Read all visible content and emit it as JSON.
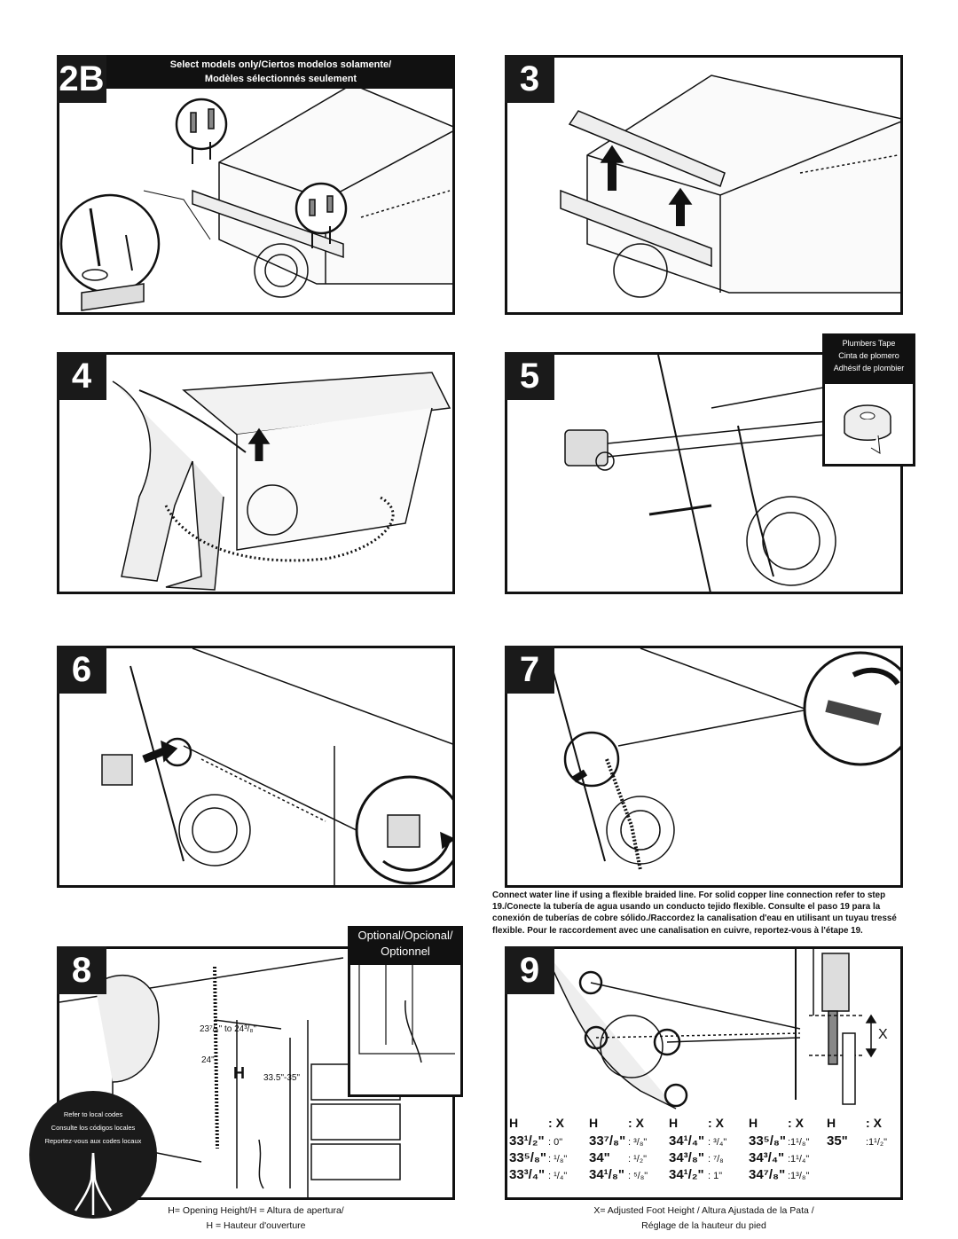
{
  "steps": {
    "s2b": {
      "number": "2B",
      "banner_line1": "Select models only/Ciertos modelos solamente/",
      "banner_line2": "Modèles sélectionnés seulement"
    },
    "s3": {
      "number": "3"
    },
    "s4": {
      "number": "4"
    },
    "s5": {
      "number": "5",
      "tape_line1": "Plumbers Tape",
      "tape_line2": "Cinta de plomero",
      "tape_line3": "Adhésif de plombier"
    },
    "s6": {
      "number": "6"
    },
    "s7": {
      "number": "7",
      "note": "Connect water line if using a flexible braided line. For solid copper line connection refer to step 19./Conecte la tubería de agua usando un conducto tejido flexible. Consulte el paso 19 para la conexión de tuberías de cobre sólido./Raccordez la canalisation d'eau en utilisant un tuyau tressé flexible. Pour le raccordement avec une canalisation en cuivre, reportez-vous à l'étape 19."
    },
    "s8": {
      "number": "8",
      "optional_line1": "Optional/Opcional/",
      "optional_line2": "Optionnel",
      "dim_width": "23⁷/₈\" to 24³/₈\"",
      "dim_24": "24\"",
      "dim_height": "33.5\"-35\"",
      "h_letter": "H",
      "codes_line1": "Refer to local codes",
      "codes_line2": "Consulte los códigos locales",
      "codes_line3": "Reportez-vous aux codes locaux",
      "caption_line1": "H= Opening Height/H = Altura de apertura/",
      "caption_line2": "H = Hauteur d'ouverture"
    },
    "s9": {
      "number": "9",
      "x_letter": "X",
      "caption_line1": "X= Adjusted Foot Height / Altura Ajustada de la Pata /",
      "caption_line2": "Réglage de la hauteur du pied",
      "table_header_h": "H",
      "table_header_sep": ":",
      "table_header_x": "X",
      "table_columns": [
        [
          {
            "h": "33¹/₂\"",
            "x": ": 0\""
          },
          {
            "h": "33⁵/₈\"",
            "x": ": ¹/₈\""
          },
          {
            "h": "33³/₄\"",
            "x": ": ¹/₄\""
          }
        ],
        [
          {
            "h": "33⁷/₈\"",
            "x": ": ³/₈\""
          },
          {
            "h": "34\"",
            "x": ": ¹/₂\""
          },
          {
            "h": "34¹/₈\"",
            "x": ": ⁵/₈\""
          }
        ],
        [
          {
            "h": "34¹/₄\"",
            "x": ": ³/₄\""
          },
          {
            "h": "34³/₈\"",
            "x": ": ⁷/₈"
          },
          {
            "h": "34¹/₂\"",
            "x": ": 1\""
          }
        ],
        [
          {
            "h": "33⁵/₈\"",
            "x": ":1¹/₈\""
          },
          {
            "h": "34³/₄\"",
            "x": ":1¹/₄\""
          },
          {
            "h": "34⁷/₈\"",
            "x": ":1³/₈\""
          }
        ],
        [
          {
            "h": "35\"",
            "x": ":1¹/₂\""
          }
        ]
      ]
    }
  }
}
